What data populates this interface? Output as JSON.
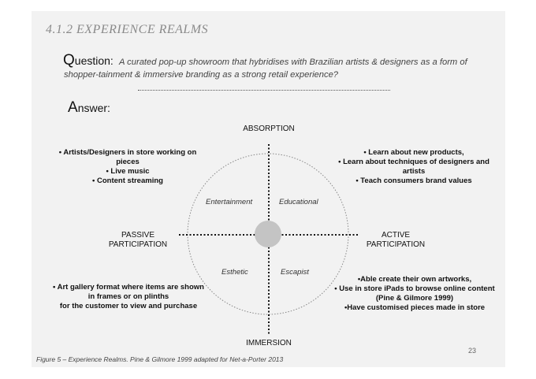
{
  "slide": {
    "heading": "4.1.2 EXPERIENCE REALMS",
    "question_label_initial": "Q",
    "question_label_rest": "uestion:",
    "question_text": "A curated pop-up showroom that hybridises with Brazilian artists & designers as a form of shopper-tainment & immersive branding as a strong retail experience?",
    "answer_label_initial": "A",
    "answer_label_rest": "nswer:",
    "caption": "Figure 5 –  Experience Realms. Pine & Gilmore 1999 adapted for Net-a-Porter 2013",
    "page_number": "23"
  },
  "diagram": {
    "axis_top": "ABSORPTION",
    "axis_bottom": "IMMERSION",
    "axis_left": [
      "PASSIVE",
      "PARTICIPATION"
    ],
    "axis_right": [
      "ACTIVE",
      "PARTICIPATION"
    ],
    "quadrants": {
      "top_left": "Entertainment",
      "top_right": "Educational",
      "bottom_left": "Esthetic",
      "bottom_right": "Escapist"
    },
    "notes": {
      "top_left": [
        "• Artists/Designers in store working on",
        "pieces",
        "• Live music",
        "• Content streaming"
      ],
      "top_right": [
        "• Learn about new products,",
        "• Learn about techniques of designers and",
        "artists",
        "• Teach consumers brand values"
      ],
      "bottom_left": [
        "• Art gallery format where items are shown",
        "in frames or on plinths",
        "for the customer to view and purchase"
      ],
      "bottom_right": [
        "•Able create their own artworks,",
        "• Use in store iPads to browse online content",
        "(Pine & Gilmore 1999)",
        "•Have customised pieces made in store"
      ]
    }
  }
}
